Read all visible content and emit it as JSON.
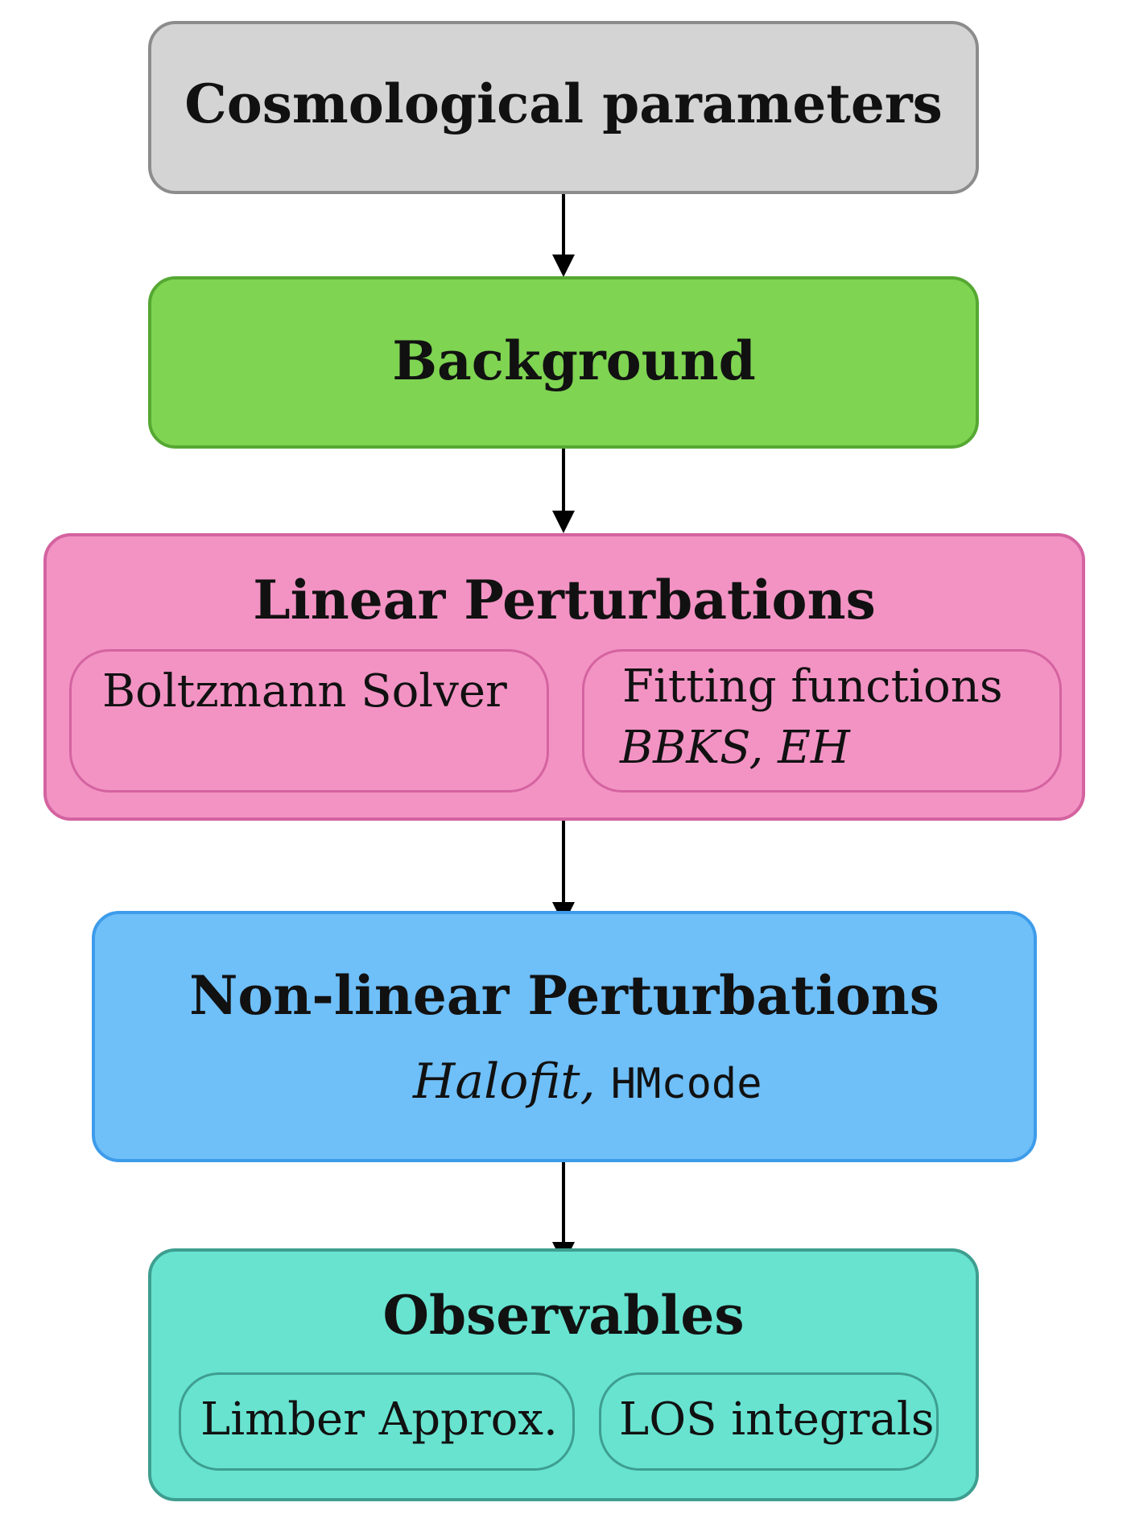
{
  "nodes": {
    "cosmological_parameters": {
      "title": "Cosmological parameters",
      "fill": "#d4d4d4",
      "border": "#8c8c8c"
    },
    "background": {
      "title": "Background",
      "fill": "#7fd452",
      "border": "#55a832"
    },
    "linear_perturbations": {
      "title": "Linear Perturbations",
      "fill": "#f293c4",
      "border": "#d463a0",
      "boltzmann_solver": "Boltzmann Solver",
      "fitting_functions": {
        "label": "Fitting functions",
        "examples": "BBKS, EH"
      }
    },
    "non_linear_perturbations": {
      "title": "Non-linear Perturbations",
      "fill": "#6fbff8",
      "border": "#3d9cea",
      "halofit": "Halofit,",
      "hmcode": "HMcode"
    },
    "observables": {
      "title": "Observables",
      "fill": "#67e3d0",
      "border": "#3e9e90",
      "limber": "Limber Approx.",
      "los": "LOS integrals"
    }
  }
}
